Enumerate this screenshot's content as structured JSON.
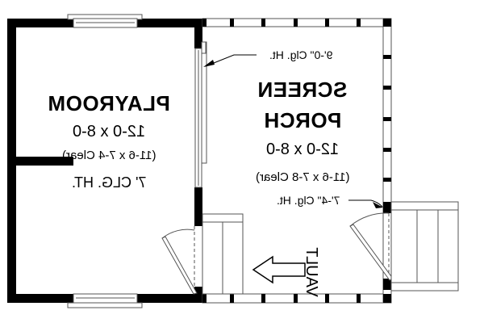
{
  "plan": {
    "orientation": "mirrored",
    "rooms": [
      {
        "id": "playroom",
        "name": "PLAYROOM",
        "dimensions": "12-0 x 8-0",
        "clear": "(11-6 x 7-4 Clear)",
        "ceiling": "7' CLG. HT."
      },
      {
        "id": "screen-porch",
        "name_line1": "SCREEN",
        "name_line2": "PORCH",
        "dimensions": "12-0 x 8-0",
        "clear": "(11-6 x 7-8 Clear)"
      }
    ],
    "notes": {
      "ceiling_high": "9'-0\" Clg. Ht.",
      "ceiling_low": "7'-4\" Clg. Ht.",
      "vault": "VAULT"
    },
    "colors": {
      "wall": "#000000",
      "line": "#555555",
      "background": "#ffffff"
    }
  }
}
